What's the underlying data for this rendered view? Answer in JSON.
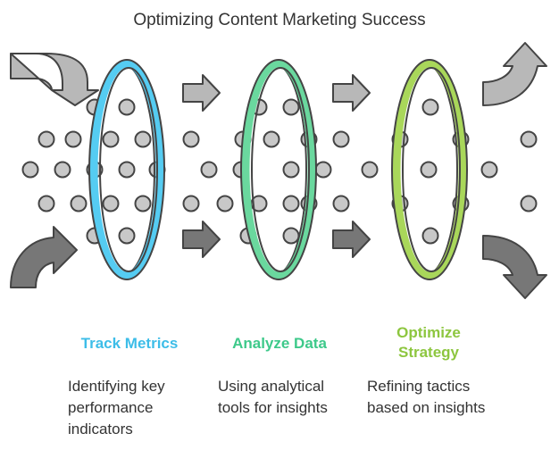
{
  "title": "Optimizing Content Marketing Success",
  "stages": [
    {
      "title": "Track Metrics",
      "description": "Identifying key performance indicators",
      "color": "#3dbde8",
      "rim_color": "#55ccf2"
    },
    {
      "title": "Analyze Data",
      "description": "Using analytical tools for insights",
      "color": "#3dc98a",
      "rim_color": "#6ad89e"
    },
    {
      "title": "Optimize Strategy",
      "description": "Refining tactics based on insights",
      "color": "#8dc63f",
      "rim_color": "#a9d75a"
    }
  ],
  "colors": {
    "dot": "#c8c8c8",
    "dot_stroke": "#444444",
    "arrow_light": "#b8b8b8",
    "arrow_dark": "#777777",
    "text": "#333333"
  },
  "icons": [
    "curved-arrow-in-top",
    "curved-arrow-in-bottom",
    "right-arrow",
    "curved-arrow-out-up",
    "curved-arrow-out-down"
  ]
}
